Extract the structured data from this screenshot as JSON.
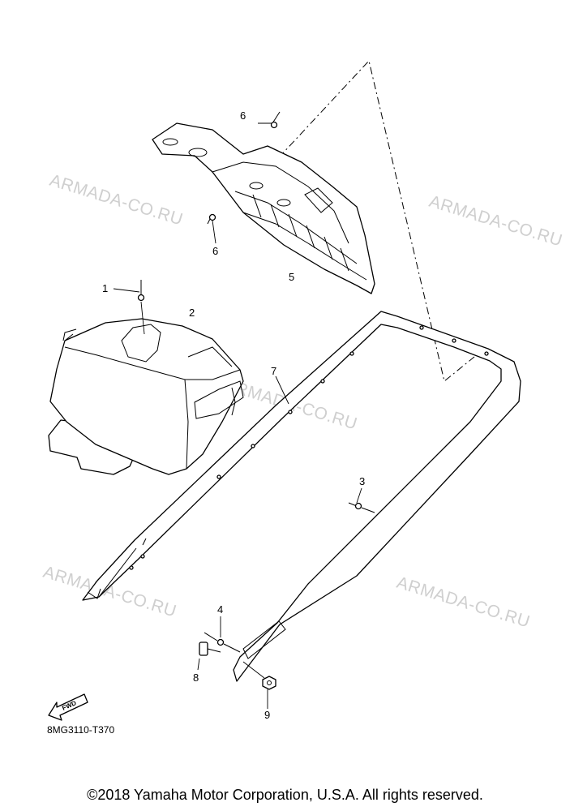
{
  "watermarks": [
    "ARMADA-CO.RU",
    "ARMADA-CO.RU",
    "ARMADA-CO.RU",
    "ARMADA-CO.RU",
    "ARMADA-CO.RU"
  ],
  "callouts": [
    "1",
    "2",
    "3",
    "4",
    "5",
    "6",
    "6",
    "7",
    "8",
    "9"
  ],
  "fwd_label": "FWD",
  "diagram_code": "8MG3110-T370",
  "copyright": "©2018 Yamaha Motor Corporation, U.S.A. All rights reserved."
}
